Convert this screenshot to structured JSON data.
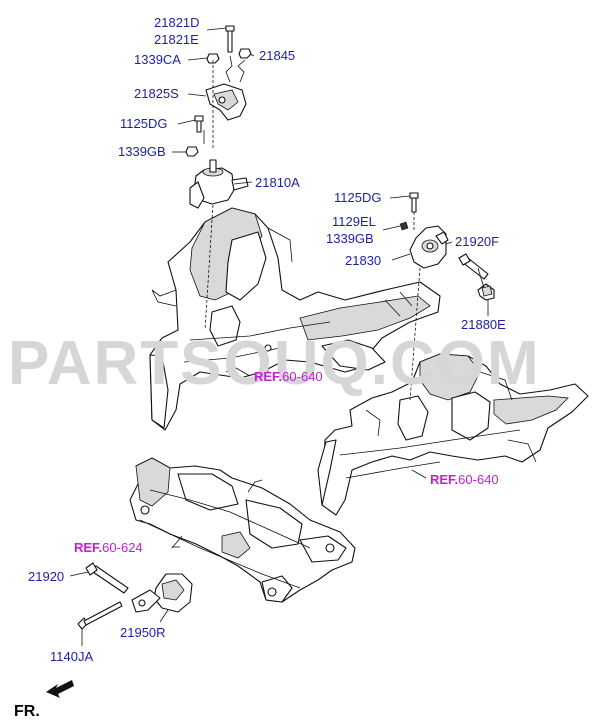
{
  "watermark": "PARTSOUQ.COM",
  "labels": {
    "p21821d": "21821D",
    "p21821e": "21821E",
    "p21845": "21845",
    "p1339ca": "1339CA",
    "p21825s": "21825S",
    "p1125dg_left": "1125DG",
    "p1339gb_left": "1339GB",
    "p21810a": "21810A",
    "p1125dg_right": "1125DG",
    "p1129el": "1129EL",
    "p1339gb_right": "1339GB",
    "p21920f": "21920F",
    "p21830": "21830",
    "p21880e": "21880E",
    "p21920": "21920",
    "p21950r": "21950R",
    "p1140ja": "1140JA"
  },
  "refs": {
    "prefix": "REF.",
    "upper_left": "60-640",
    "right": "60-640",
    "subframe": "60-624"
  },
  "direction_label": "FR.",
  "colors": {
    "part_label": "#1f1fa8",
    "reference": "#c21fd6",
    "watermark": "#d6d6d6",
    "line": "#111111"
  }
}
